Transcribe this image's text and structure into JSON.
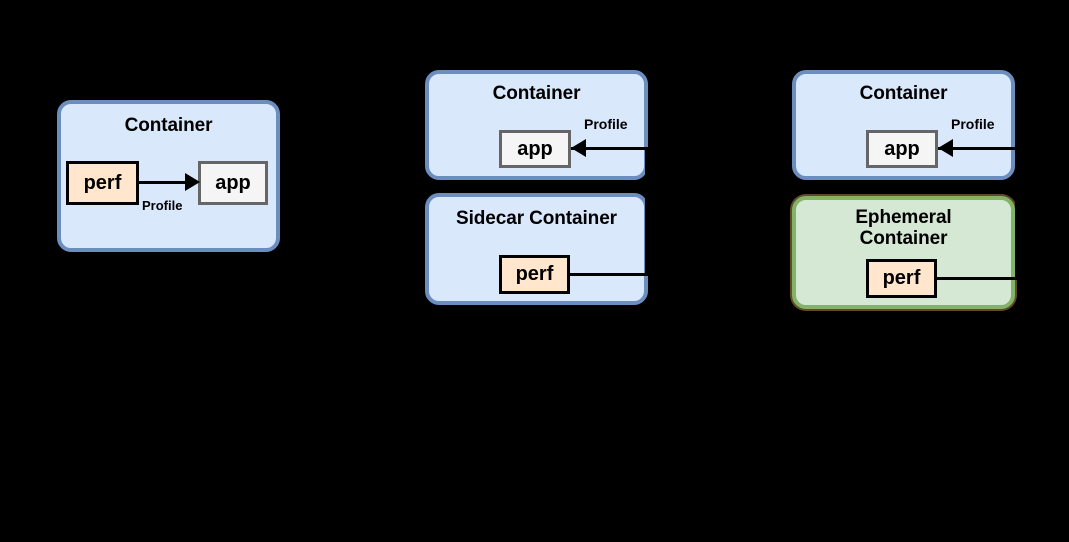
{
  "diagram": {
    "background_color": "#000000",
    "palette": {
      "container_fill": "#dae8fc",
      "container_stroke": "#6c8ebf",
      "ephemeral_fill": "#d5e8d4",
      "ephemeral_stroke": "#82b366",
      "perf_fill": "#ffe6cc",
      "perf_stroke": "#000000",
      "app_fill": "#f5f5f5",
      "app_stroke": "#666666",
      "edge_color": "#000000"
    },
    "panels": [
      {
        "id": "panel-single-container",
        "containers": [
          {
            "id": "container-1",
            "title": "Container",
            "style": "blue",
            "nodes": [
              {
                "id": "perf-1",
                "label": "perf",
                "style": "perf"
              },
              {
                "id": "app-1",
                "label": "app",
                "style": "app"
              }
            ],
            "edges": [
              {
                "id": "edge-profile-1",
                "label": "Profile",
                "from": "perf-1",
                "to": "app-1",
                "direction": "right"
              }
            ]
          }
        ]
      },
      {
        "id": "panel-sidecar",
        "containers": [
          {
            "id": "container-2",
            "title": "Container",
            "style": "blue",
            "nodes": [
              {
                "id": "app-2",
                "label": "app",
                "style": "app"
              }
            ],
            "edges": [
              {
                "id": "edge-profile-2",
                "label": "Profile",
                "from": "perf-2",
                "to": "app-2",
                "direction": "left"
              }
            ]
          },
          {
            "id": "container-sidecar",
            "title": "Sidecar Container",
            "style": "blue",
            "nodes": [
              {
                "id": "perf-2",
                "label": "perf",
                "style": "perf"
              }
            ],
            "edges": []
          }
        ]
      },
      {
        "id": "panel-ephemeral",
        "containers": [
          {
            "id": "container-3",
            "title": "Container",
            "style": "blue",
            "nodes": [
              {
                "id": "app-3",
                "label": "app",
                "style": "app"
              }
            ],
            "edges": [
              {
                "id": "edge-profile-3",
                "label": "Profile",
                "from": "perf-3",
                "to": "app-3",
                "direction": "left"
              }
            ]
          },
          {
            "id": "container-ephemeral",
            "title": "Ephemeral Container",
            "title_lines": [
              "Ephemeral",
              "Container"
            ],
            "style": "green",
            "selected": true,
            "nodes": [
              {
                "id": "perf-3",
                "label": "perf",
                "style": "perf"
              }
            ],
            "edges": []
          }
        ]
      }
    ]
  }
}
